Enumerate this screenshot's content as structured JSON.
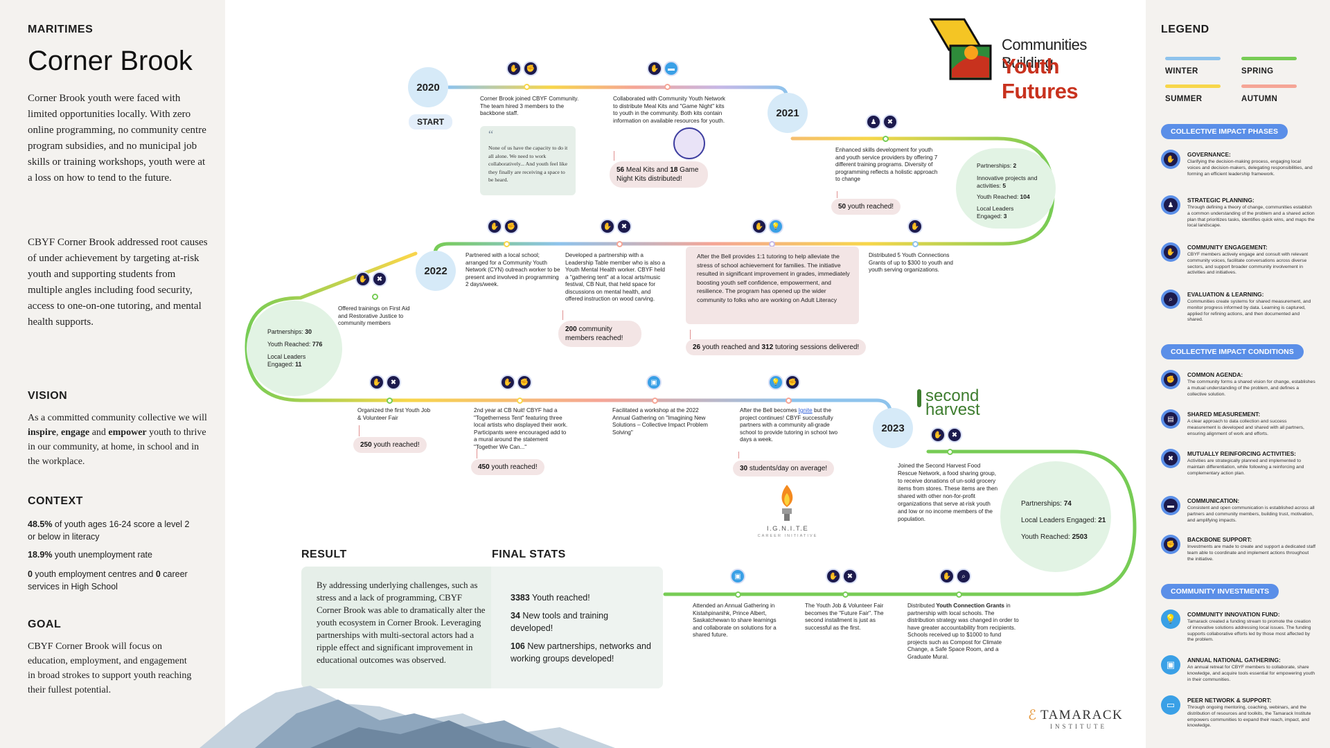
{
  "left": {
    "region": "MARITIMES",
    "title": "Corner Brook",
    "intro": "Corner Brook youth were faced with limited opportunities locally. With zero online programming, no community centre program subsidies, and no municipal job skills or training workshops, youth were at a loss on how to tend to the future.",
    "approach": "CBYF Corner Brook addressed root causes of under achievement by targeting at-risk youth and supporting students from multiple angles including food security, access to one-on-one tutoring, and mental health supports.",
    "vision_title": "VISION",
    "vision_pre": "As a committed community collective we will ",
    "vision_inspire": "inspire",
    "vision_comma": ", ",
    "vision_engage": "engage",
    "vision_and": " and ",
    "vision_empower": "empower",
    "vision_post": " youth to thrive in our community, at home, in school and in the workplace.",
    "context_title": "CONTEXT",
    "context": [
      {
        "bold": "48.5%",
        "text": " of youth ages 16-24 score a level 2 or below in literacy"
      },
      {
        "bold": "18.9%",
        "text": " youth unemployment rate"
      },
      {
        "bold": "0",
        "text": " youth employment centres and ",
        "bold2": "0",
        "text2": " career services in High School"
      }
    ],
    "goal_title": "GOAL",
    "goal": "CBYF Corner Brook will focus on education, employment, and engagement in broad strokes to support youth reaching their fullest potential."
  },
  "logo": {
    "line1": "Communities Building",
    "line2": "Youth Futures"
  },
  "years": {
    "y2020": "2020",
    "start": "START",
    "y2021": "2021",
    "y2022": "2022",
    "y2023": "2023"
  },
  "timeline": {
    "e2020a": "Corner Brook joined CBYF Community. The team hired 3 members to the backbone staff.",
    "quote": "None of us have the capacity to do it all alone. We need to work collaboratively... And youth feel like they finally are receiving a space to be heard.",
    "e2020b": "Collaborated with Community Youth Network to distribute Meal Kits and \"Game Night\" kits to youth in the community. Both kits contain information on available resources for youth.",
    "b_mealkits_1": "56",
    "b_mealkits_2": " Meal Kits and ",
    "b_mealkits_3": "18",
    "b_mealkits_4": " Game Night Kits distributed!",
    "e2021a": "Enhanced skills development for youth and youth service providers by offering 7 different training programs. Diversity of programming reflects a holistic approach to change",
    "b_50_1": "50",
    "b_50_2": " youth reached!",
    "g2021": {
      "partnerships_label": "Partnerships: ",
      "partnerships": "2",
      "innov_label": "Innovative projects and activities: ",
      "innov": "5",
      "reached_label": "Youth Reached: ",
      "reached": "104",
      "leaders_label": "Local Leaders Engaged: ",
      "leaders": "3"
    },
    "e2022a": "Partnered with a local school; arranged for a Community Youth Network (CYN) outreach worker to be present and involved in programming 2 days/week.",
    "e2022b": "Developed a partnership with a Leadership Table member who is also a Youth Mental Health worker. CBYF held a \"gathering tent\" at a local arts/music festival, CB Nuit, that held space for discussions on mental health, and offered instruction on wood carving.",
    "b_200_1": "200",
    "b_200_2": " community members reached!",
    "e2022c": "After the Bell provides 1:1 tutoring to help alleviate the stress of school achievement for families. The initiative resulted in significant improvement in grades, immediately boosting youth self confidence, empowerment, and resilience. The program has opened up the wider community to folks who are working on Adult Literacy",
    "b_26_1": "26",
    "b_26_2": " youth reached and ",
    "b_26_3": "312",
    "b_26_4": " tutoring sessions delivered!",
    "e2022d": "Distributed 5 Youth Connections Grants of up to $300 to youth and youth serving organizations.",
    "e2022e": "Offered trainings on First Aid and Restorative Justice to community members",
    "g2022": {
      "partnerships_label": "Partnerships: ",
      "partnerships": "30",
      "reached_label": "Youth Reached: ",
      "reached": "776",
      "leaders_label": "Local Leaders Engaged: ",
      "leaders": "11"
    },
    "e2022f": "Organized the first Youth Job & Volunteer Fair",
    "b_250_1": "250",
    "b_250_2": " youth reached!",
    "e2022g": "2nd year at CB Nuit! CBYF had a \"Togetherness Tent\" featuring three local artists who displayed their work. Participants were encouraged add to a mural around the statement \"Together We Can...\"",
    "b_450_1": "450",
    "b_450_2": " youth reached!",
    "e2022h": "Facilitated a workshop at the 2022 Annual Gathering on \"Imagining New Solutions – Collective Impact Problem Solving\"",
    "e2022i_1": "After the Bell becomes ",
    "e2022i_link": "Ignite",
    "e2022i_2": " but the project continues! CBYF successfully partners with a community all-grade school to provide tutoring in school two days a week.",
    "b_30_1": "30",
    "b_30_2": " students/day on average!",
    "ignite_1": "I.G.N.I.T.E",
    "ignite_2": "CAREER INITIATIVE",
    "second_harvest_1": "second",
    "second_harvest_2": "harvest",
    "e2023a": "Joined the Second Harvest Food Rescue Network, a food sharing group, to receive donations of un-sold grocery items from stores. These items are then shared with other non-for-profit organizations that serve at-risk youth and low or no income members of the population.",
    "g2023": {
      "partnerships_label": "Partnerships: ",
      "partnerships": "74",
      "leaders_label": "Local Leaders Engaged: ",
      "leaders": "21",
      "reached_label": "Youth Reached: ",
      "reached": "2503"
    },
    "e2023b": "Attended an Annual Gathering in Kistahpinanihk, Prince Albert, Saskatchewan to share learnings and collaborate on solutions for a shared future.",
    "e2023c": "The Youth Job & Volunteer Fair becomes the \"Future Fair\". The second installment is just as successful as the first.",
    "e2023d_1": "Distributed ",
    "e2023d_bold": "Youth Connection Grants",
    "e2023d_2": " in partnership with local schools. The distribution strategy was changed in order to have greater accountability from recipients. Schools received up to $1000 to fund projects such as Compost for Climate Change, a Safe Space Room, and a Graduate Mural."
  },
  "result": {
    "title": "RESULT",
    "text": "By addressing underlying challenges, such as stress and a lack of programming, CBYF Corner Brook was able to dramatically alter the youth ecosystem in Corner Brook. Leveraging partnerships with multi-sectoral actors had a ripple effect and significant improvement in educational outcomes was observed."
  },
  "final": {
    "title": "FINAL STATS",
    "s1_b": "3383",
    "s1_t": " Youth reached!",
    "s2_b": "34",
    "s2_t": " New tools and training developed!",
    "s3_b": "106",
    "s3_t": " New partnerships, networks and working groups developed!"
  },
  "tamarack": {
    "line1": "TAMARACK",
    "line2": "INSTITUTE"
  },
  "legend": {
    "title": "LEGEND",
    "winter": "WINTER",
    "spring": "SPRING",
    "summer": "SUMMER",
    "autumn": "AUTUMN",
    "colors": {
      "winter": "#8ec3ec",
      "spring": "#77cc55",
      "summer": "#f7d64a",
      "autumn": "#f5a596"
    },
    "phases_title": "COLLECTIVE IMPACT PHASES",
    "phases": [
      {
        "title": "GOVERNANCE:",
        "text": "Clarifying the decision-making process, engaging local voices and decision-makers, delegating responsibilities, and forming an efficient leadership framework."
      },
      {
        "title": "STRATEGIC PLANNING:",
        "text": "Through defining a theory of change, communities establish a common understanding of the problem and a shared action plan that prioritizes tasks, identifies quick wins, and maps the local landscape."
      },
      {
        "title": "COMMUNITY ENGAGEMENT:",
        "text": "CBYF members actively engage and consult with relevant community voices, facilitate conversations across diverse sectors, and support broader community involvement in activities and initiatives."
      },
      {
        "title": "EVALUATION & LEARNING:",
        "text": "Communities create systems for shared measurement, and monitor progress informed by data. Learning is captured, applied for refining actions, and then documented and shared."
      }
    ],
    "conditions_title": "COLLECTIVE IMPACT CONDITIONS",
    "conditions": [
      {
        "title": "COMMON AGENDA:",
        "text": "The community forms a shared vision for change, establishes a mutual understanding of the problem, and defines a collective solution."
      },
      {
        "title": "SHARED MEASUREMENT:",
        "text": "A clear approach to data collection and success measurement is developed and shared with all partners, ensuring alignment of work and efforts."
      },
      {
        "title": "MUTUALLY REINFORCING ACTIVITIES:",
        "text": "Activities are strategically planned and implemented to maintain differentiation, while following a reinforcing and complementary action plan."
      },
      {
        "title": "COMMUNICATION:",
        "text": "Consistent and open communication is established across all partners and community members, building trust, motivation, and amplifying impacts."
      },
      {
        "title": "BACKBONE SUPPORT:",
        "text": "Investments are made to create and support a dedicated staff team able to coordinate and implement actions throughout the initiative."
      }
    ],
    "investments_title": "COMMUNITY INVESTMENTS",
    "investments": [
      {
        "title": "COMMUNITY INNOVATION FUND:",
        "text": "Tamarack created a funding stream to promote the creation of innovative solutions addressing local issues. The funding supports collaborative efforts led by those most affected by the problem."
      },
      {
        "title": "ANNUAL NATIONAL GATHERING:",
        "text": "An annual retreat for CBYF members to collaborate, share knowledge, and acquire tools essential for empowering youth in their communities."
      },
      {
        "title": "PEER NETWORK & SUPPORT:",
        "text": "Through ongoing mentoring, coaching, webinars, and the distribution of resources and toolkits, the Tamarack Institute empowers communities to expand their reach, impact, and knowledge."
      }
    ]
  }
}
